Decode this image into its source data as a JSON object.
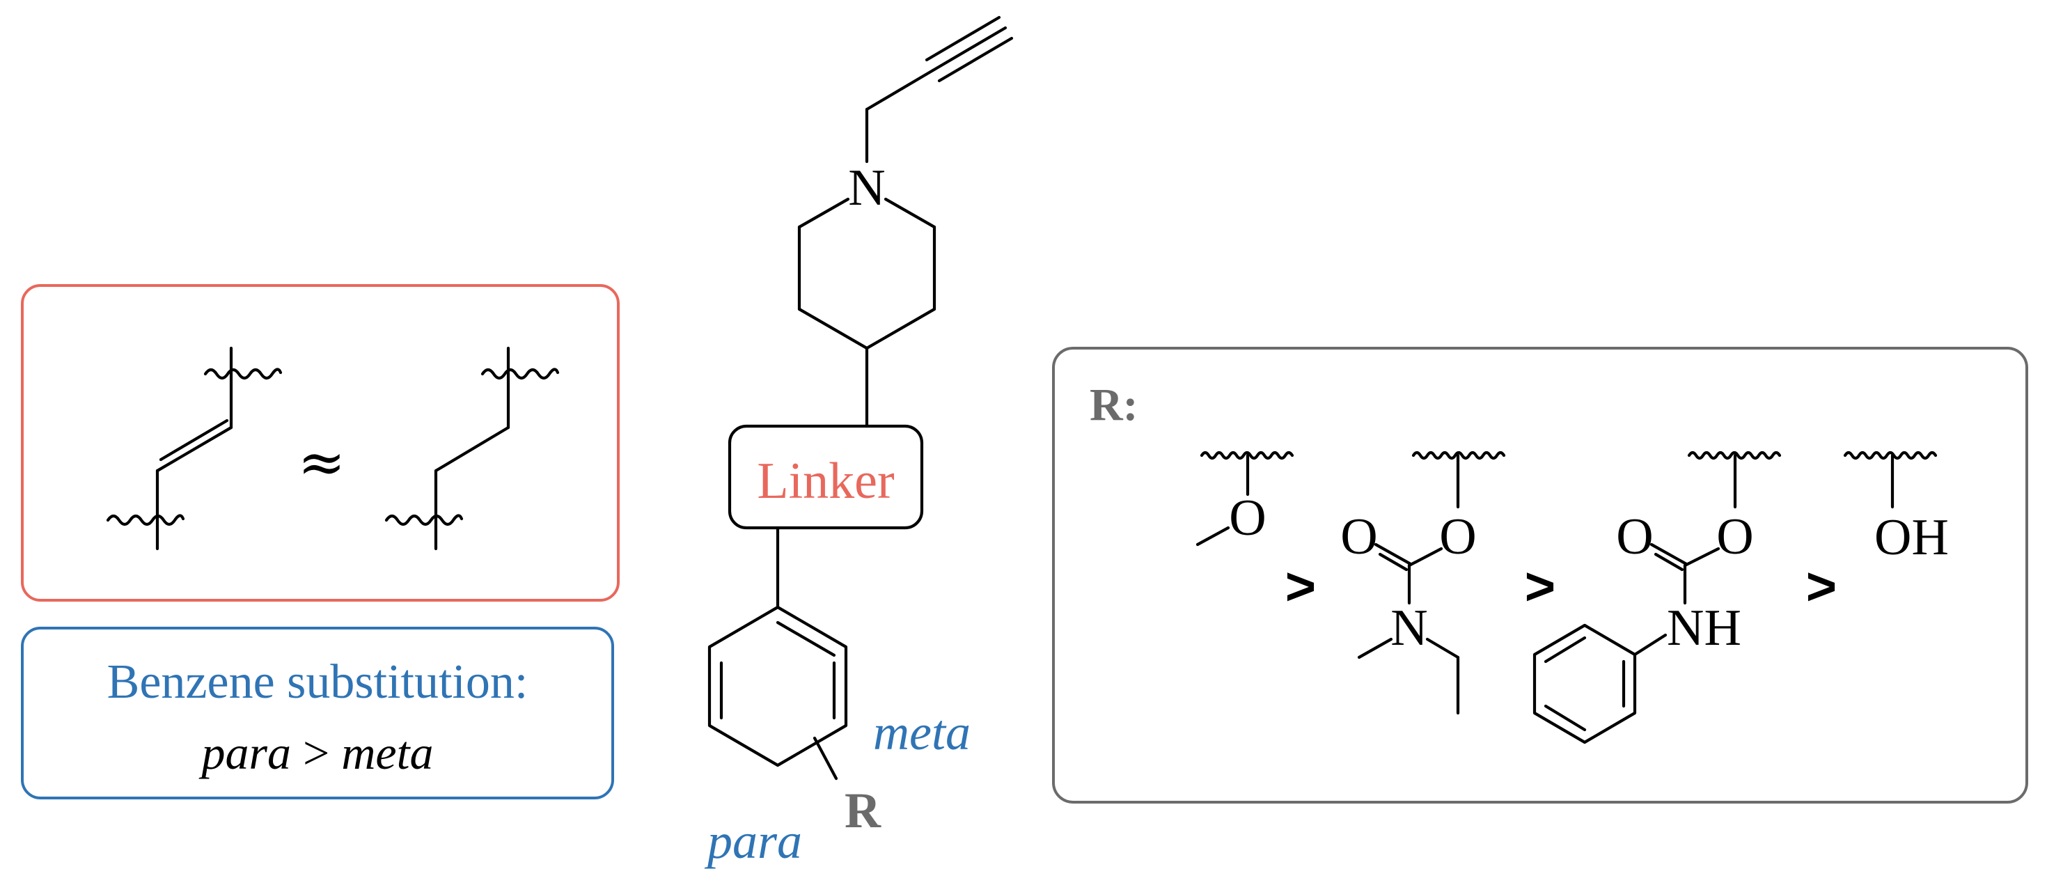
{
  "colors": {
    "alkene_box": "#e8685c",
    "benzene_box": "#2f74b5",
    "r_box": "#6b6b6b",
    "linker_text": "#e8685c",
    "benzene_text": "#2f74b5",
    "position_labels": "#2f74b5",
    "r_label": "#6b6b6b"
  },
  "alkene_box": {
    "approx_symbol": "≈"
  },
  "benzene_box": {
    "title": "Benzene substitution:",
    "para": "para",
    "gt": ">",
    "meta": "meta"
  },
  "core": {
    "nitrogen": "N",
    "linker": "Linker",
    "meta_label": "meta",
    "para_label": "para",
    "r_label": "R"
  },
  "r_box": {
    "title": "R:",
    "greater_than": ">",
    "group1": {
      "o": "O"
    },
    "group2": {
      "o_carbonyl": "O",
      "o_ester": "O",
      "n": "N"
    },
    "group3": {
      "o_carbonyl": "O",
      "o_ester": "O",
      "nh": "NH"
    },
    "group4": {
      "oh": "OH"
    }
  }
}
